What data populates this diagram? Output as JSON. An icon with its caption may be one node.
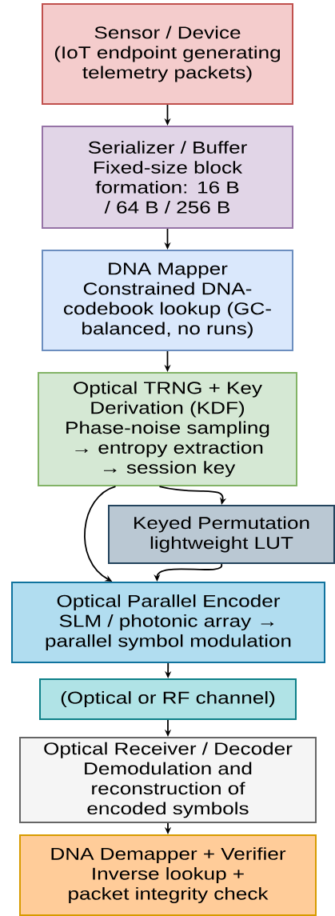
{
  "diagram": {
    "nodes": [
      {
        "text": [
          "Sensor / Device",
          "(IoT endpoint generating telemetry packets)"
        ]
      },
      {
        "text": [
          "Serializer / Buffer",
          "Fixed-size block formation: 16 B / 64 B / 256 B"
        ]
      },
      {
        "text": [
          "DNA Mapper",
          "Constrained DNA-codebook lookup (GC-balanced, no runs)"
        ]
      },
      {
        "text": [
          "Optical TRNG + Key Derivation (KDF)",
          "Phase-noise sampling → entropy extraction → session key"
        ]
      },
      {
        "text": [
          "Keyed Permutation",
          "lightweight LUT"
        ]
      },
      {
        "text": [
          "Optical Parallel Encoder",
          "SLM / photonic array → parallel symbol modulation"
        ]
      },
      {
        "text": [
          "(Optical or RF channel)"
        ]
      },
      {
        "text": [
          "Optical Receiver / Decoder",
          "Demodulation and reconstruction of encoded symbols"
        ]
      },
      {
        "text": [
          "DNA Demapper + Verifier",
          "Inverse lookup + packet integrity check"
        ]
      }
    ],
    "edges": [
      {
        "from": 0,
        "to": 1,
        "arrow": "to"
      },
      {
        "from": 1,
        "to": 2,
        "arrow": "to"
      },
      {
        "from": 2,
        "to": 3,
        "arrow": "to"
      },
      {
        "from": 3,
        "to": 4,
        "arrow": "to"
      },
      {
        "from": 3,
        "to": 5,
        "arrow": "to"
      },
      {
        "from": 4,
        "to": 5,
        "arrow": "to"
      },
      {
        "from": 5,
        "to": 6,
        "arrow": "to"
      },
      {
        "from": 6,
        "to": 7,
        "arrow": "to"
      },
      {
        "from": 7,
        "to": 8,
        "arrow": "to"
      }
    ]
  }
}
